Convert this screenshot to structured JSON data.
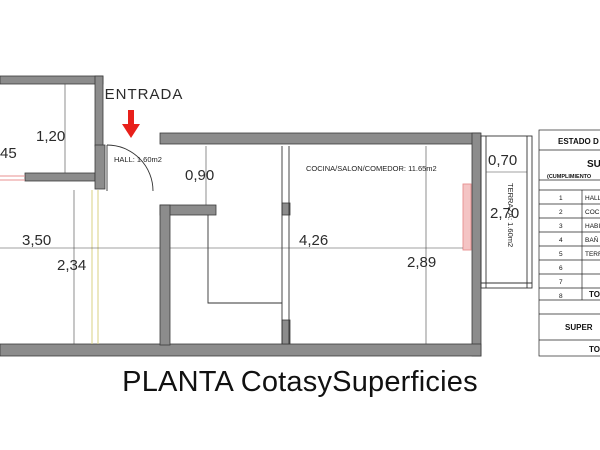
{
  "entrance_label": "ENTRADA",
  "rooms": {
    "hall": "HALL: 1.60m2",
    "kitchen": "COCINA/SALON/COMEDOR: 11.65m2",
    "terrace": "TERRAZA: 1.60m2"
  },
  "dimensions": {
    "d_120": "1,20",
    "d_45": "45",
    "d_350": "3,50",
    "d_234": "2,34",
    "d_090": "0,90",
    "d_426": "4,26",
    "d_289": "2,89",
    "d_070": "0,70",
    "d_270": "2,70"
  },
  "table": {
    "title": "ESTADO D",
    "section": "SU",
    "subsection": "(CUMPLIMIENTO",
    "rows": [
      {
        "num": "1",
        "name": "HALL"
      },
      {
        "num": "2",
        "name": "COCI"
      },
      {
        "num": "3",
        "name": "HABI"
      },
      {
        "num": "4",
        "name": "BAÑ"
      },
      {
        "num": "5",
        "name": "TERR"
      },
      {
        "num": "6",
        "name": ""
      },
      {
        "num": "7",
        "name": ""
      },
      {
        "num": "8",
        "name": ""
      }
    ],
    "total_1": "TOT",
    "superficie": "SUPER",
    "total_2": "TOT"
  },
  "caption": "PLANTA CotasySuperficies",
  "colors": {
    "wall": "#8c8c8c",
    "arrow": "#e8201a",
    "line": "#333333",
    "window": "#e89090"
  }
}
